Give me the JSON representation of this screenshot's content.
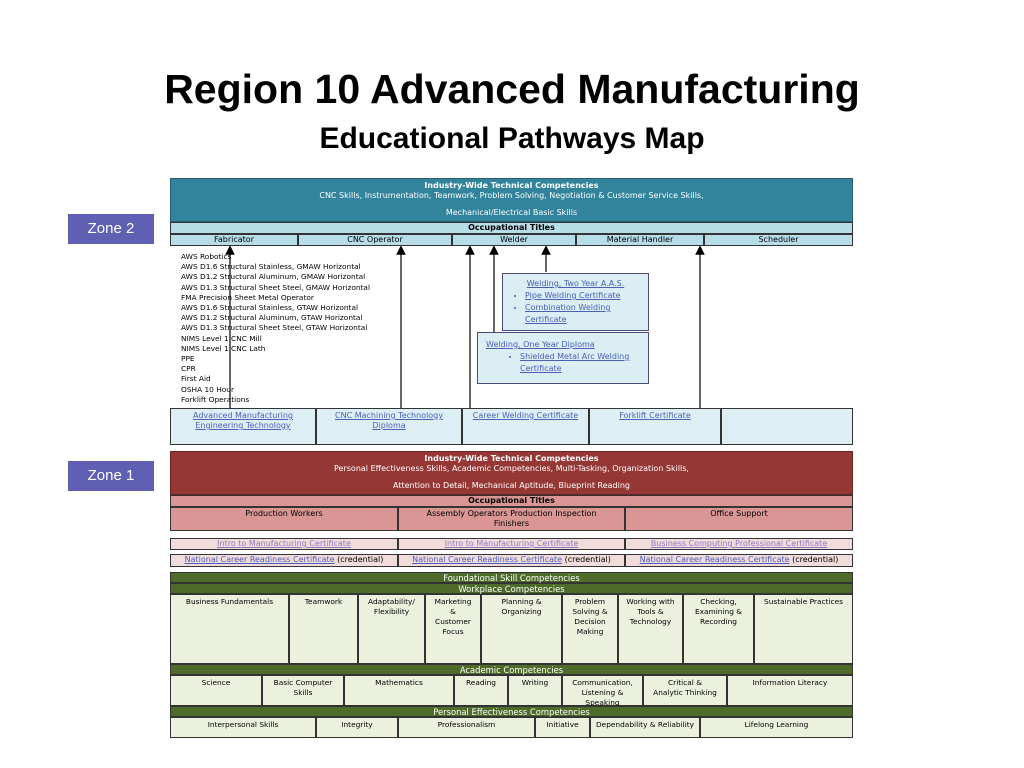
{
  "title": "Region 10 Advanced Manufacturing",
  "subtitle": "Educational Pathways Map",
  "zones": {
    "zone2": "Zone 2",
    "zone1": "Zone 1"
  },
  "zone2": {
    "header": {
      "title": "Industry-Wide Technical Competencies",
      "line1": "CNC Skills, Instrumentation, Teamwork, Problem Solving, Negotiation & Customer Service Skills,",
      "line2": "Mechanical/Electrical Basic Skills"
    },
    "occupational_titles_label": "Occupational Titles",
    "occupations": [
      "Fabricator",
      "CNC Operator",
      "Welder",
      "Material Handler",
      "Scheduler"
    ],
    "certifications_list": [
      "AWS Robotics",
      "AWS D1.6 Structural Stainless, GMAW Horizontal",
      "AWS D1.2 Structural Aluminum, GMAW Horizontal",
      "AWS D1.3 Structural Sheet Steel, GMAW Horizontal",
      "FMA Precision Sheet Metal Operator",
      "AWS D1.6 Structural Stainless, GTAW Horizontal",
      "AWS D1.2 Structural Aluminum, GTAW Horizontal",
      "AWS D1.3 Structural Sheet Steel, GTAW Horizontal",
      "NIMS Level 1 CNC Mill",
      "NIMS Level 1 CNC Lath",
      "PPE",
      "CPR",
      "First Aid",
      "OSHA 10 Hour",
      "Forklift Operations"
    ],
    "welding_two_year": {
      "title": "Welding, Two Year A.A.S.",
      "items": [
        "Pipe Welding Certificate",
        "Combination Welding Certificate"
      ]
    },
    "welding_one_year": {
      "title": "Welding, One Year Diploma",
      "items": [
        "Shielded Metal Arc Welding Certificate"
      ]
    },
    "programs": [
      "Advanced Manufacturing Engineering Technology",
      "CNC Machining Technology Diploma",
      "Career Welding Certificate",
      "Forklift Certificate",
      ""
    ]
  },
  "zone1": {
    "header": {
      "title": "Industry-Wide Technical Competencies",
      "line1": "Personal Effectiveness Skills, Academic Competencies, Multi-Tasking, Organization Skills,",
      "line2": "Attention to Detail, Mechanical Aptitude, Blueprint Reading"
    },
    "occupational_titles_label": "Occupational Titles",
    "occupations": [
      "Production Workers",
      "Assembly Operators Production Inspection Finishers",
      "Office Support"
    ],
    "certificates": [
      "Intro to Manufacturing Certificate",
      "Intro to Manufacturing Certificate",
      "Business Computing Professional Certificate"
    ],
    "ncrc": {
      "link": "National Career Readiness Certificate",
      "suffix": "(credential)"
    }
  },
  "foundation": {
    "foundational_label": "Foundational Skill Competencies",
    "workplace_label": "Workplace Competencies",
    "workplace": [
      "Business Fundamentals",
      "Teamwork",
      "Adaptability/ Flexibility",
      "Marketing & Customer Focus",
      "Planning & Organizing",
      "Problem Solving & Decision Making",
      "Working with Tools & Technology",
      "Checking, Examining & Recording",
      "Sustainable Practices"
    ],
    "academic_label": "Academic Competencies",
    "academic": [
      "Science",
      "Basic Computer Skills",
      "Mathematics",
      "Reading",
      "Writing",
      "Communication, Listening & Speaking",
      "Critical & Analytic Thinking",
      "Information Literacy"
    ],
    "personal_label": "Personal Effectiveness Competencies",
    "personal": [
      "Interpersonal Skills",
      "Integrity",
      "Professionalism",
      "Initiative",
      "Dependability & Reliability",
      "Lifelong Learning"
    ]
  },
  "colors": {
    "zone_box": "#5f5fb3",
    "zone2_header": "#31849b",
    "zone2_light": "#b7dde8",
    "zone1_header": "#953735",
    "zone1_light": "#d99694",
    "zone1_pale": "#f2dcdb",
    "foundation_dark": "#4e6b2a",
    "foundation_light": "#ebf1dd"
  }
}
